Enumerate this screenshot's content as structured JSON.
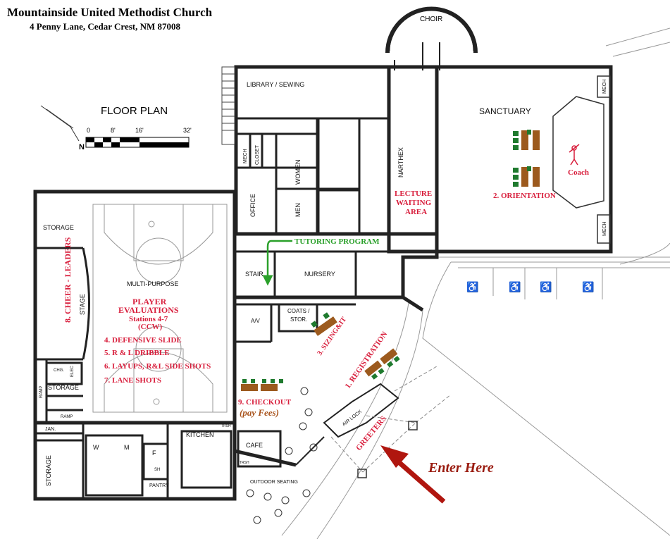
{
  "header": {
    "church_name": "Mountainside United Methodist Church",
    "address": "4 Penny Lane, Cedar Crest, NM 87008"
  },
  "plan_title": "FLOOR PLAN",
  "scale": {
    "labels": [
      "0",
      "8'",
      "16'",
      "32'"
    ],
    "north": "N"
  },
  "rooms": {
    "choir": "CHOIR",
    "library": "LIBRARY / SEWING",
    "sanctuary": "SANCTUARY",
    "narthex": "NARTHEX",
    "mech1": "MECH",
    "mech2": "MECH",
    "mech3": "MECH",
    "closet": "CLOSET",
    "women": "WOMEN",
    "men": "MEN",
    "office": "OFFICE",
    "storage1": "STORAGE",
    "multipurpose": "MULTI-PURPOSE",
    "stage": "STAGE",
    "stair": "STAIR",
    "nursery": "NURSERY",
    "av": "A/V",
    "coats": "COATS /",
    "stor": "STOR.",
    "chg": "CHG.",
    "elec": "ELEC",
    "storage2": "STORAGE",
    "ramp1": "RAMP",
    "ramp2": "RAMP",
    "jan": "JAN.",
    "storage3": "STORAGE",
    "w": "W",
    "m": "M",
    "f": "F",
    "sh": "SH",
    "pantry": "PANTRY",
    "kitchen": "KITCHEN",
    "trsh1": "TRSH",
    "trsh2": "TRSH",
    "cafe": "CAFE",
    "outdoor": "OUTDOOR SEATING",
    "airlock": "AIR LOCK"
  },
  "stations": {
    "lecture": [
      "LECTURE",
      "WAITING",
      "AREA"
    ],
    "orientation": "2. ORIENTATION",
    "coach": "Coach",
    "tutoring": "TUTORING PROGRAM",
    "cheer": "8. CHEER - LEADERS",
    "player_evals": [
      "PLAYER",
      "EVALUATIONS"
    ],
    "stations_range": "Stations 4-7",
    "ccw": "(CCW)",
    "drills": [
      "4. DEFENSIVE SLIDE",
      "5. R & L DRIBBLE",
      "6. LAYUPS, R&L SIDE SHOTS",
      "7. LANE SHOTS"
    ],
    "sizing": "3. SIZING&IT",
    "registration": "1. REGISTRATION",
    "checkout": "9. CHECKOUT",
    "pay_fees": "(pay Fees)",
    "greeters": "GREETERS",
    "enter_here": "Enter Here"
  },
  "colors": {
    "station_red": "#d81e3c",
    "tutoring_green": "#2aa02a",
    "arrow_red": "#b0160f",
    "enter_brown": "#9a1c10",
    "pay_fees_brown": "#a8521a",
    "table_brown": "#9c5a1e",
    "chair_green": "#1f7a2e"
  }
}
